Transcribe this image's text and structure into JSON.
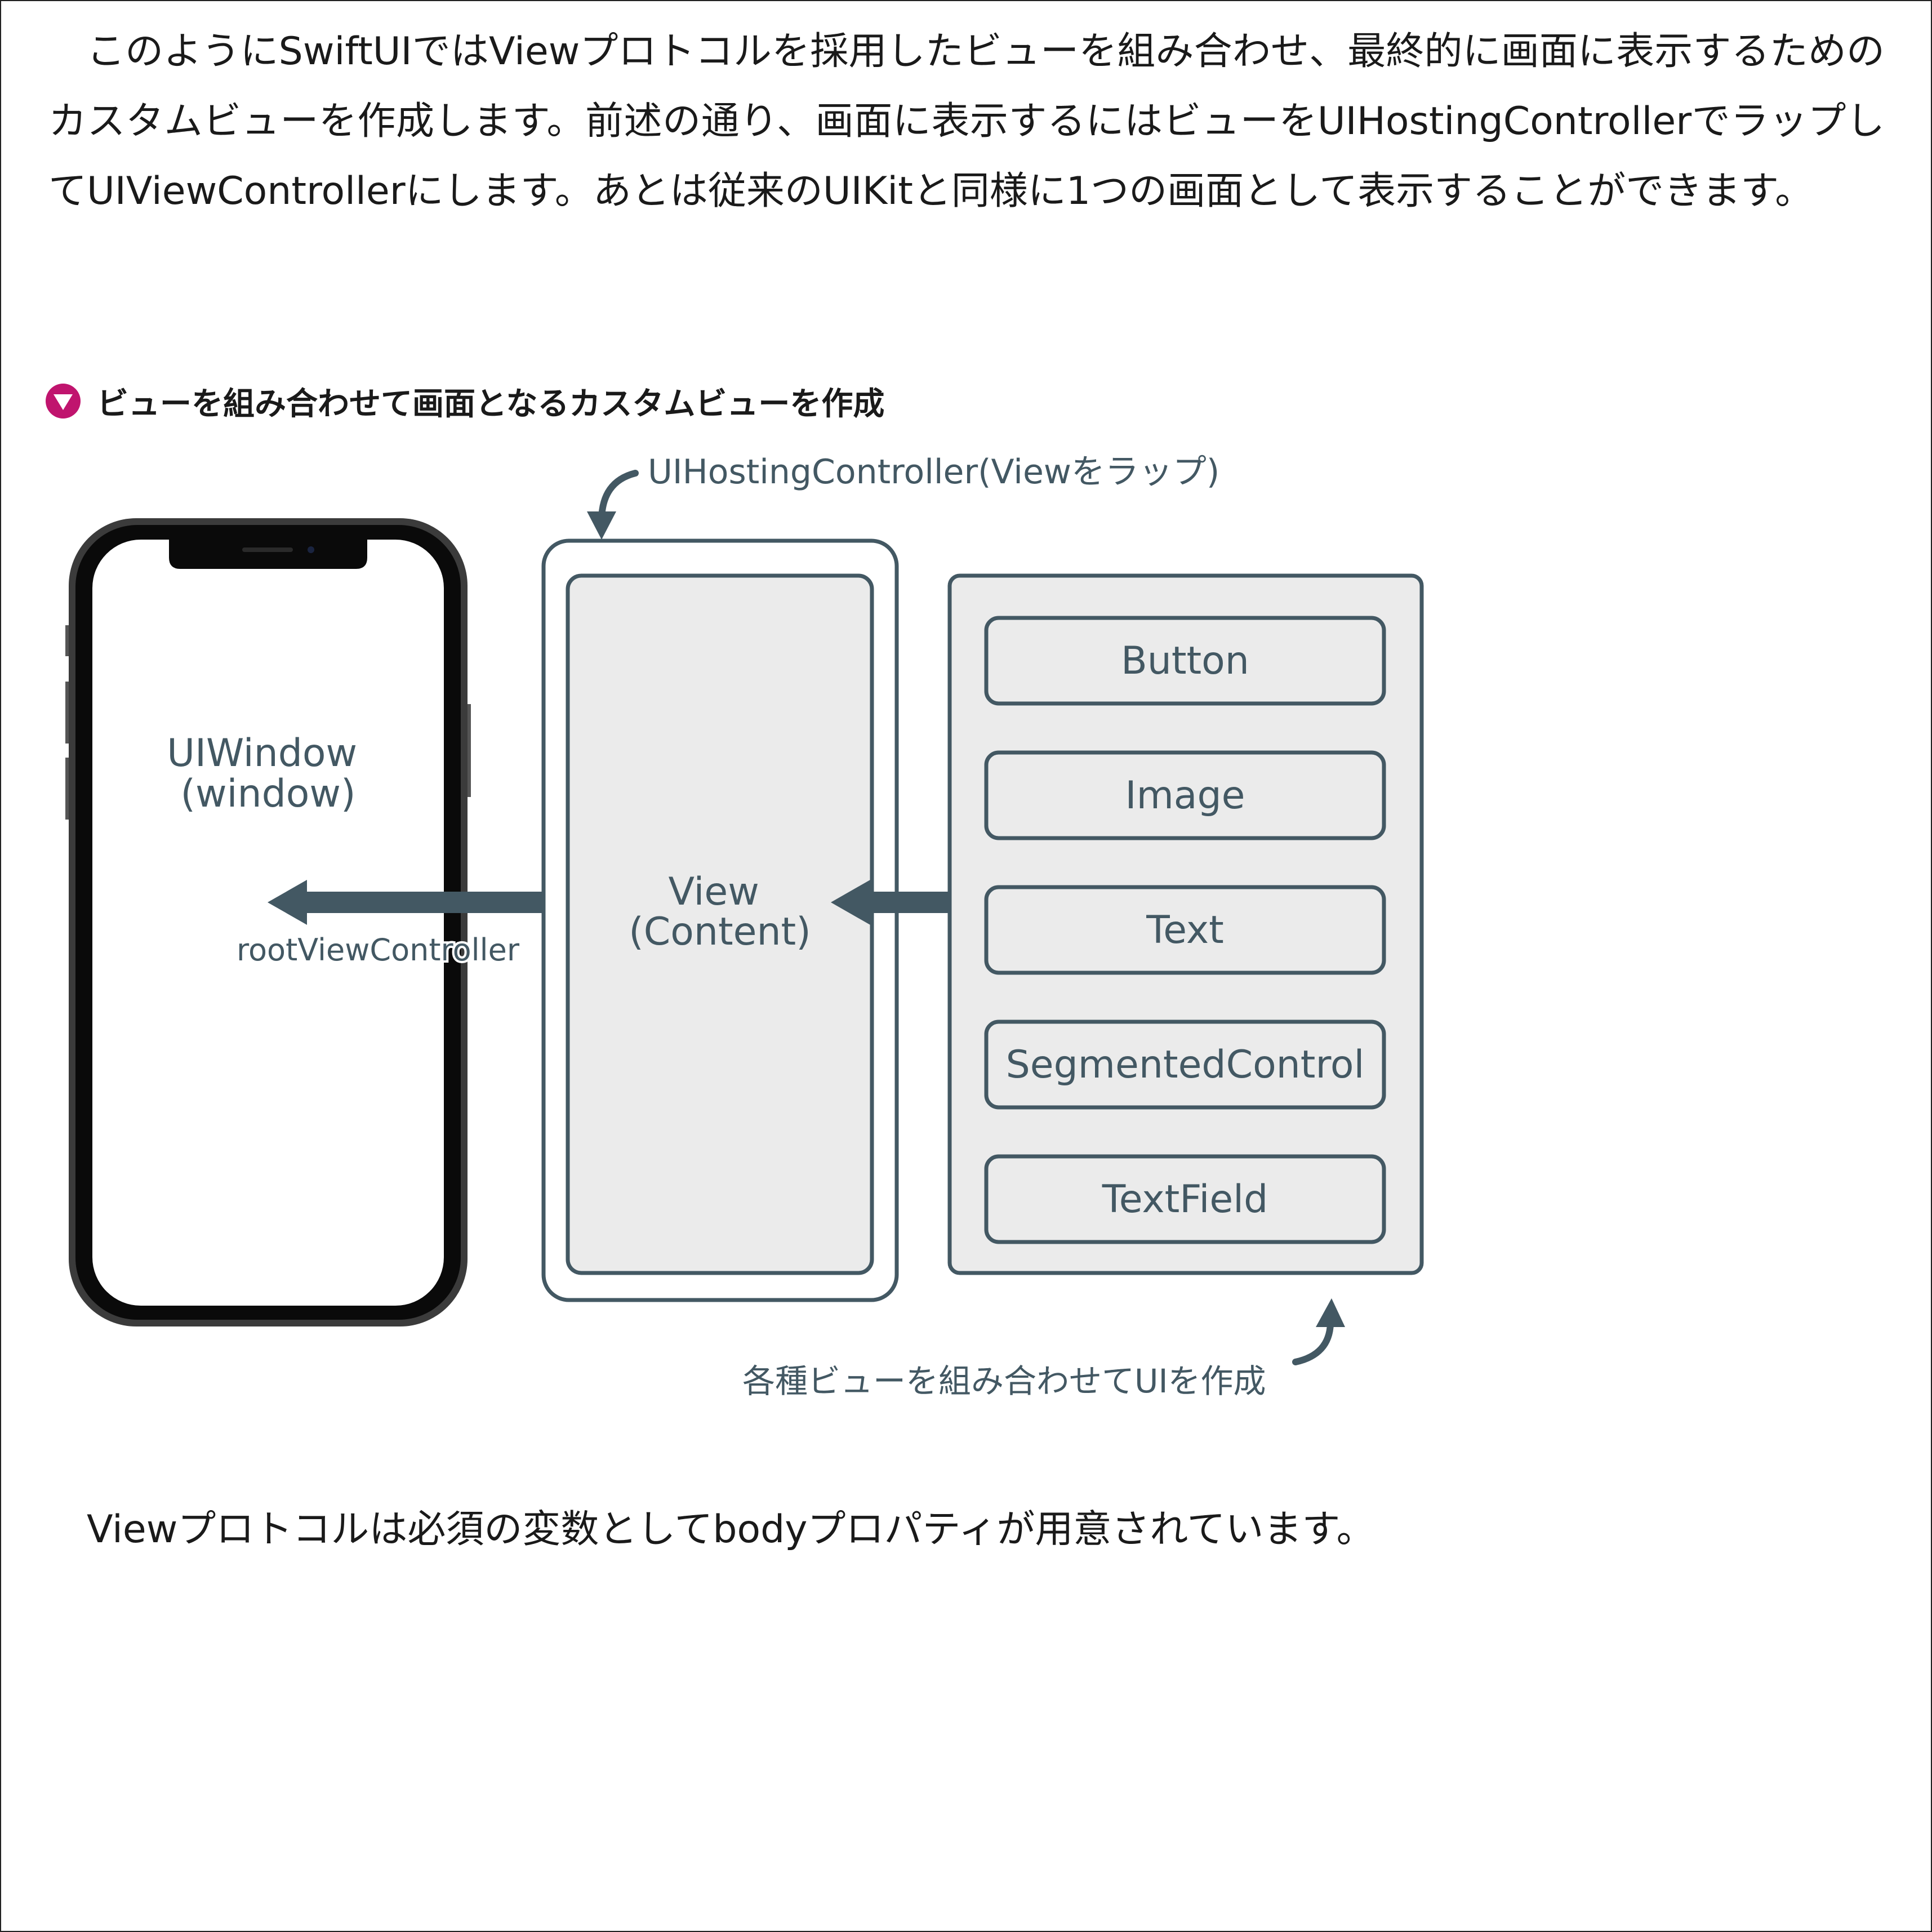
{
  "intro_paragraph": "このようにSwiftUIではViewプロトコルを採用したビューを組み合わせ、最終的に画面に表示するためのカスタムビューを作成します。前述の通り、画面に表示するにはビューをUIHostingControllerでラップしてUIViewControllerにします。あとは従来のUIKitと同様に1つの画面として表示することができます。",
  "figure": {
    "heading": "ビューを組み合わせて画面となるカスタムビューを作成",
    "bullet_color": "#c0146e",
    "diagram_color": "#435863",
    "window_label": [
      "UIWindow",
      "(window)"
    ],
    "root_vc_label": "rootViewController",
    "hosting_label": "UIHostingController(Viewをラップ)",
    "view_label": [
      "View",
      "(Content)"
    ],
    "components": [
      "Button",
      "Image",
      "Text",
      "SegmentedControl",
      "TextField"
    ],
    "combine_label": "各種ビューを組み合わせてUIを作成"
  },
  "body_paragraph": "Viewプロトコルは必須の変数としてbodyプロパティが用意されています。"
}
